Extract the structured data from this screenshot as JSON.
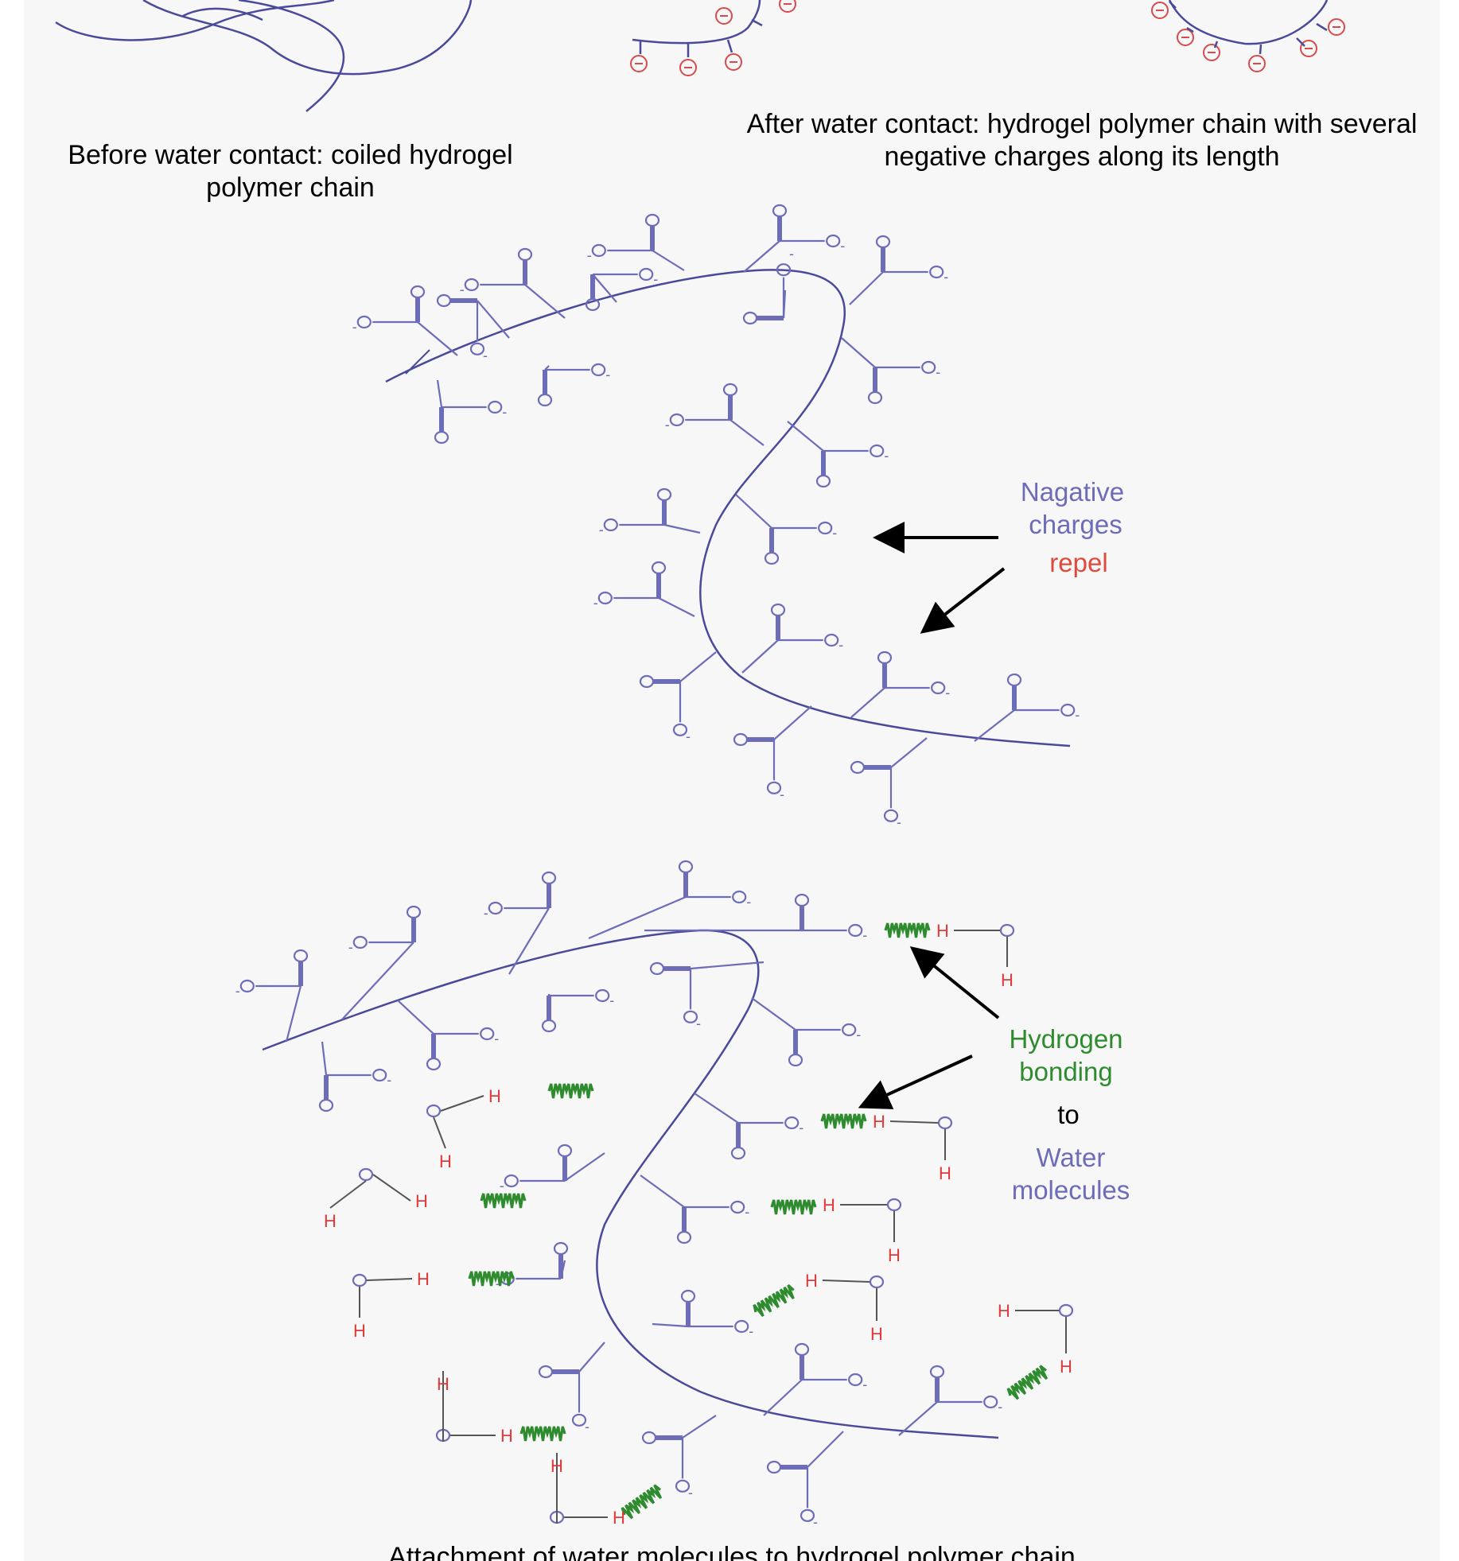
{
  "captions": {
    "before": "Before water contact: coiled hydrogel polymer chain",
    "after": "After water contact: hydrogel polymer chain with several negative charges along its length",
    "attachment": "Attachment of water molecules to hydrogel polymer chain"
  },
  "annotations": {
    "negative_line1": "Nagative",
    "negative_line2": "charges",
    "repel": "repel",
    "hb_line1": "Hydrogen",
    "hb_line2": "bonding",
    "to": "to",
    "water_line1": "Water",
    "water_line2": "molecules"
  },
  "symbols": {
    "hydrogen": "H",
    "negative": "-"
  },
  "colors": {
    "background": "#f7f7f7",
    "chain": "#4a4a9a",
    "bond": "#6c6cb8",
    "charge": "#d94a4a",
    "hydrogen": "#e03a3a",
    "hbond": "#2e8b2e",
    "label_blue": "#6c6cb8",
    "label_green": "#2e8b2e",
    "label_red": "#e04a3a"
  }
}
